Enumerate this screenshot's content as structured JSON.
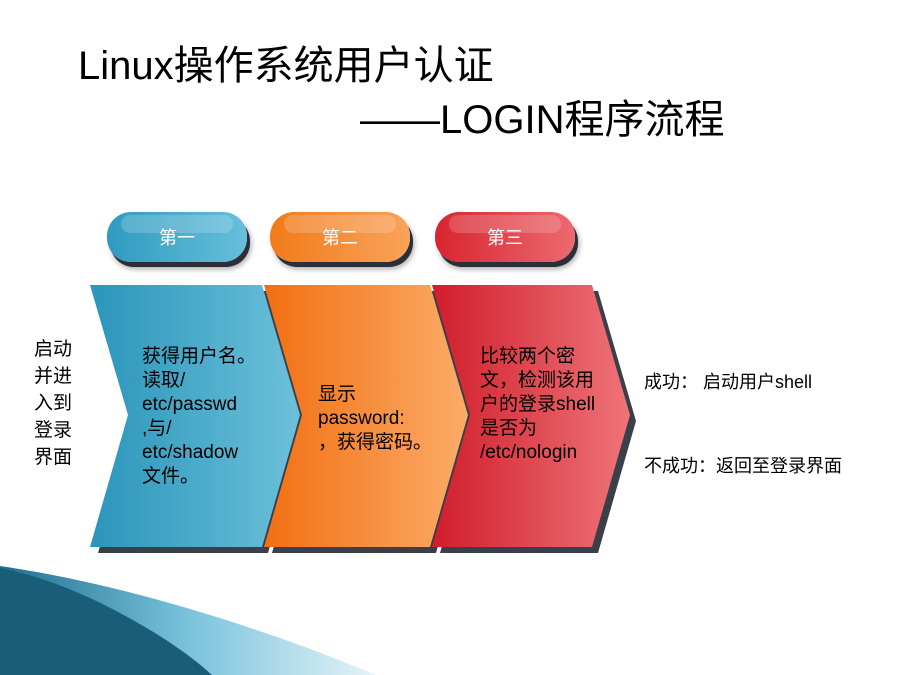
{
  "title": {
    "line1": "Linux操作系统用户认证",
    "line2": "——LOGIN程序流程"
  },
  "tabs": [
    {
      "label": "第一",
      "color": "#3aa6c8"
    },
    {
      "label": "第二",
      "color": "#f4892e"
    },
    {
      "label": "第三",
      "color": "#e03a44"
    }
  ],
  "side_label": "启动并进入到登录界面",
  "steps": [
    {
      "text": "获得用户名。读取/\netc/passwd\n,与/\netc/shadow\n文件。",
      "color": "#3aa6c8"
    },
    {
      "text": "显示\npassword:\n，获得密码。",
      "color": "#f4892e"
    },
    {
      "text": "比较两个密文，检测该用户的登录shell 是否为\n/etc/nologin",
      "color": "#e03a44"
    }
  ],
  "results": {
    "success": "成功：  启动用户shell",
    "failure": "不成功：返回至登录界面"
  }
}
